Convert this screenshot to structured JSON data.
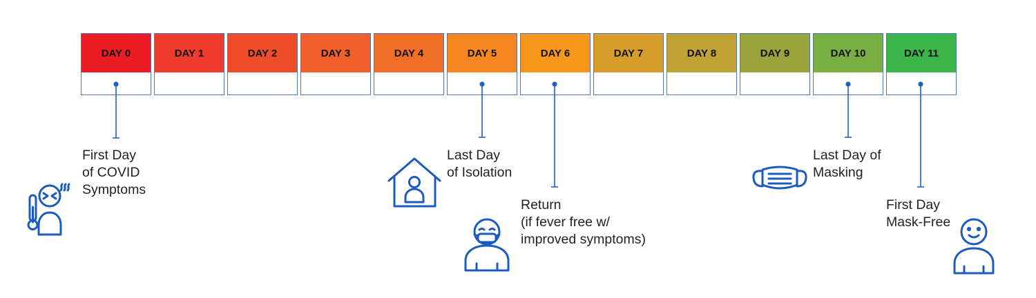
{
  "days": [
    {
      "label": "DAY 0",
      "color": "#ed1c24"
    },
    {
      "label": "DAY 1",
      "color": "#ee3b2c"
    },
    {
      "label": "DAY 2",
      "color": "#ef4d2a"
    },
    {
      "label": "DAY 3",
      "color": "#f15f2a"
    },
    {
      "label": "DAY 4",
      "color": "#f26f27"
    },
    {
      "label": "DAY 5",
      "color": "#f6861f"
    },
    {
      "label": "DAY 6",
      "color": "#f7981d"
    },
    {
      "label": "DAY 7",
      "color": "#d69d2b"
    },
    {
      "label": "DAY 8",
      "color": "#bfa134"
    },
    {
      "label": "DAY 9",
      "color": "#99a43a"
    },
    {
      "label": "DAY 10",
      "color": "#79ae43"
    },
    {
      "label": "DAY 11",
      "color": "#39b54a"
    }
  ],
  "annotations": [
    {
      "day": 0,
      "lines": [
        "First Day",
        "of COVID",
        "Symptoms"
      ],
      "icon": "sick-person-icon"
    },
    {
      "day": 5,
      "lines": [
        "Last Day",
        "of Isolation"
      ],
      "icon": "house-person-icon"
    },
    {
      "day": 6,
      "lines": [
        "Return",
        "(if fever free w/",
        "improved symptoms)"
      ],
      "icon": "masked-person-icon"
    },
    {
      "day": 10,
      "lines": [
        "Last Day of",
        "Masking"
      ],
      "icon": "face-mask-icon"
    },
    {
      "day": 11,
      "lines": [
        "First Day",
        "Mask-Free"
      ],
      "icon": "smiling-person-icon"
    }
  ],
  "colors": {
    "line": "#1f5fbf",
    "icon": "#1a5bbd",
    "border": "#4a79c4"
  }
}
